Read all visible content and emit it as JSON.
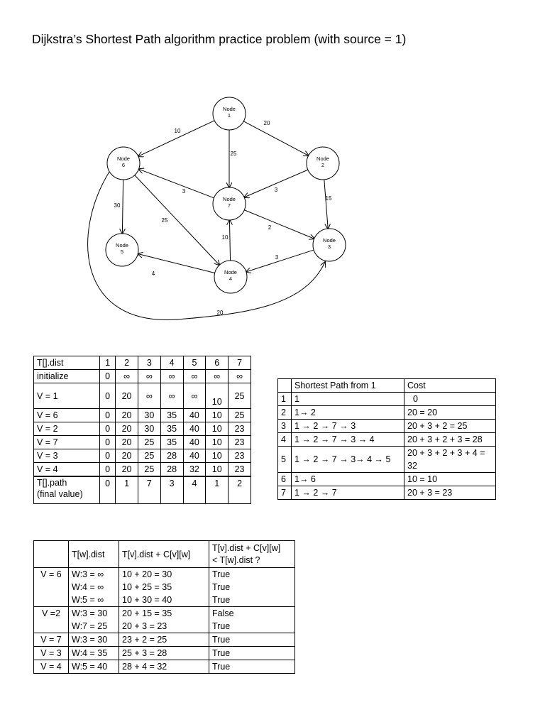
{
  "title": "Dijkstra’s Shortest Path algorithm practice problem (with source = 1)",
  "graph": {
    "node_label": "Node",
    "nodes": [
      {
        "id": "1"
      },
      {
        "id": "2"
      },
      {
        "id": "3"
      },
      {
        "id": "4"
      },
      {
        "id": "5"
      },
      {
        "id": "6"
      },
      {
        "id": "7"
      }
    ],
    "edges": [
      {
        "from": "1",
        "to": "6",
        "weight": "10"
      },
      {
        "from": "1",
        "to": "2",
        "weight": "20"
      },
      {
        "from": "1",
        "to": "7",
        "weight": "25"
      },
      {
        "from": "2",
        "to": "7",
        "weight": "3"
      },
      {
        "from": "2",
        "to": "3",
        "weight": "15"
      },
      {
        "from": "7",
        "to": "6",
        "weight": "3"
      },
      {
        "from": "7",
        "to": "3",
        "weight": "2"
      },
      {
        "from": "6",
        "to": "5",
        "weight": "30"
      },
      {
        "from": "6",
        "to": "4",
        "weight": "25"
      },
      {
        "from": "4",
        "to": "7",
        "weight": "10"
      },
      {
        "from": "3",
        "to": "4",
        "weight": "3"
      },
      {
        "from": "4",
        "to": "5",
        "weight": "4"
      },
      {
        "from": "6",
        "to": "3",
        "weight": "20"
      }
    ]
  },
  "dist_table": {
    "header": [
      "T[].dist",
      "1",
      "2",
      "3",
      "4",
      "5",
      "6",
      "7"
    ],
    "rows": [
      [
        "initialize",
        "0",
        "∞",
        "∞",
        "∞",
        "∞",
        "∞",
        "∞"
      ],
      [
        "V = 1",
        "0",
        "20",
        "∞",
        "∞",
        "∞",
        "10",
        "25"
      ],
      [
        "V = 6",
        "0",
        "20",
        "30",
        "35",
        "40",
        "10",
        "25"
      ],
      [
        "V = 2",
        "0",
        "20",
        "30",
        "35",
        "40",
        "10",
        "23"
      ],
      [
        "V = 7",
        "0",
        "20",
        "25",
        "35",
        "40",
        "10",
        "23"
      ],
      [
        "V = 3",
        "0",
        "20",
        "25",
        "28",
        "40",
        "10",
        "23"
      ],
      [
        "V = 4",
        "0",
        "20",
        "25",
        "28",
        "32",
        "10",
        "23"
      ],
      [
        "",
        "",
        "",
        "",
        "",
        "",
        "",
        ""
      ]
    ],
    "path_label_1": "T[].path",
    "path_label_2": "(final value)",
    "path_values": [
      "0",
      "1",
      "7",
      "3",
      "4",
      "1",
      "2"
    ]
  },
  "path_table": {
    "header": [
      "",
      "Shortest Path from 1",
      "Cost"
    ],
    "rows": [
      [
        "1",
        "1",
        "0"
      ],
      [
        "2",
        "1→ 2",
        "20 = 20"
      ],
      [
        "3",
        "1 → 2 → 7 → 3",
        "20 + 3 + 2 = 25"
      ],
      [
        "4",
        "1 → 2 → 7 → 3 → 4",
        "20 + 3 + 2 + 3 = 28"
      ],
      [
        "5",
        "1 → 2 → 7 → 3→ 4 → 5",
        "20 + 3 + 2 + 3 + 4 = 32"
      ],
      [
        "6",
        "1→ 6",
        "10 = 10"
      ],
      [
        "7",
        "1 → 2 → 7",
        "20 + 3 = 23"
      ]
    ]
  },
  "relax_table": {
    "header": [
      "",
      "T[w].dist",
      "T[v].dist + C[v][w]",
      "T[v].dist + C[v][w]",
      "< T[w].dist ?"
    ],
    "groups": [
      {
        "v": "V = 6",
        "w": [
          "W:3 = ∞",
          "W:4 = ∞",
          "W:5 = ∞"
        ],
        "calc": [
          "10 + 20 = 30",
          "10 + 25 = 35",
          "10 + 30 = 40"
        ],
        "res": [
          "True",
          "True",
          "True"
        ]
      },
      {
        "v": "V =2",
        "w": [
          "W:3 = 30",
          "W:7 = 25"
        ],
        "calc": [
          "20 + 15 = 35",
          "20 + 3 = 23"
        ],
        "res": [
          "False",
          "True"
        ]
      },
      {
        "v": "V = 7",
        "w": [
          "W:3 = 30"
        ],
        "calc": [
          "23 + 2 = 25"
        ],
        "res": [
          "True"
        ]
      },
      {
        "v": "V = 3",
        "w": [
          "W:4 = 35"
        ],
        "calc": [
          "25 + 3 = 28"
        ],
        "res": [
          "True"
        ]
      },
      {
        "v": "V = 4",
        "w": [
          "W:5 = 40"
        ],
        "calc": [
          "28 + 4 = 32"
        ],
        "res": [
          "True"
        ]
      }
    ]
  }
}
